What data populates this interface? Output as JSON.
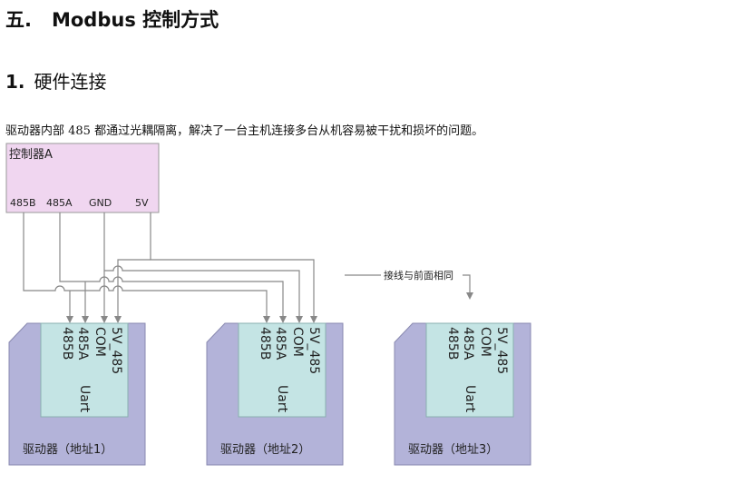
{
  "section": {
    "number": "五.",
    "title": "Modbus 控制方式"
  },
  "subsection": {
    "number": "1.",
    "title": "硬件连接"
  },
  "paragraph": "驱动器内部 485 都通过光耦隔离，解决了一台主机连接多台从机容易被干扰和损坏的问题。",
  "diagram": {
    "controller": {
      "title": "控制器A",
      "pins": [
        "485B",
        "485A",
        "GND",
        "5V"
      ]
    },
    "note": "接线与前面相同",
    "drivers": [
      {
        "label": "驱动器（地址1）",
        "uart": "Uart",
        "pins": [
          "485B",
          "485A",
          "COM",
          "5V_485"
        ]
      },
      {
        "label": "驱动器（地址2）",
        "uart": "Uart",
        "pins": [
          "485B",
          "485A",
          "COM",
          "5V_485"
        ]
      },
      {
        "label": "驱动器（地址3）",
        "uart": "Uart",
        "pins": [
          "485B",
          "485A",
          "COM",
          "5V_485"
        ]
      }
    ],
    "colors": {
      "controller_fill": "#f0d6f0",
      "controller_stroke": "#999999",
      "driver_fill": "#b3b3d9",
      "driver_stroke": "#8a8ab0",
      "uart_fill": "#c4e4e4",
      "uart_stroke": "#8ab0b0",
      "wire": "#888888"
    }
  }
}
